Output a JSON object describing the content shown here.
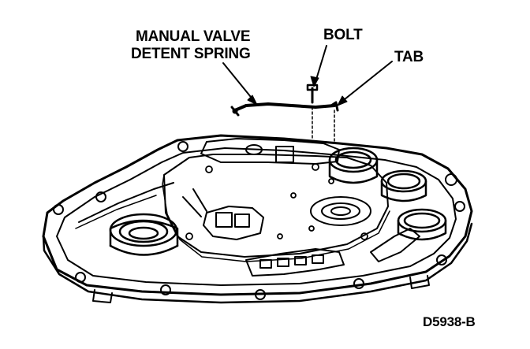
{
  "labels": {
    "manual_valve_line1": "MANUAL VALVE",
    "manual_valve_line2": "DETENT SPRING",
    "bolt": "BOLT",
    "tab": "TAB"
  },
  "figure_id": "D5938-B",
  "colors": {
    "ink": "#000000",
    "paper": "#ffffff",
    "shade": "#6e6e6e"
  }
}
